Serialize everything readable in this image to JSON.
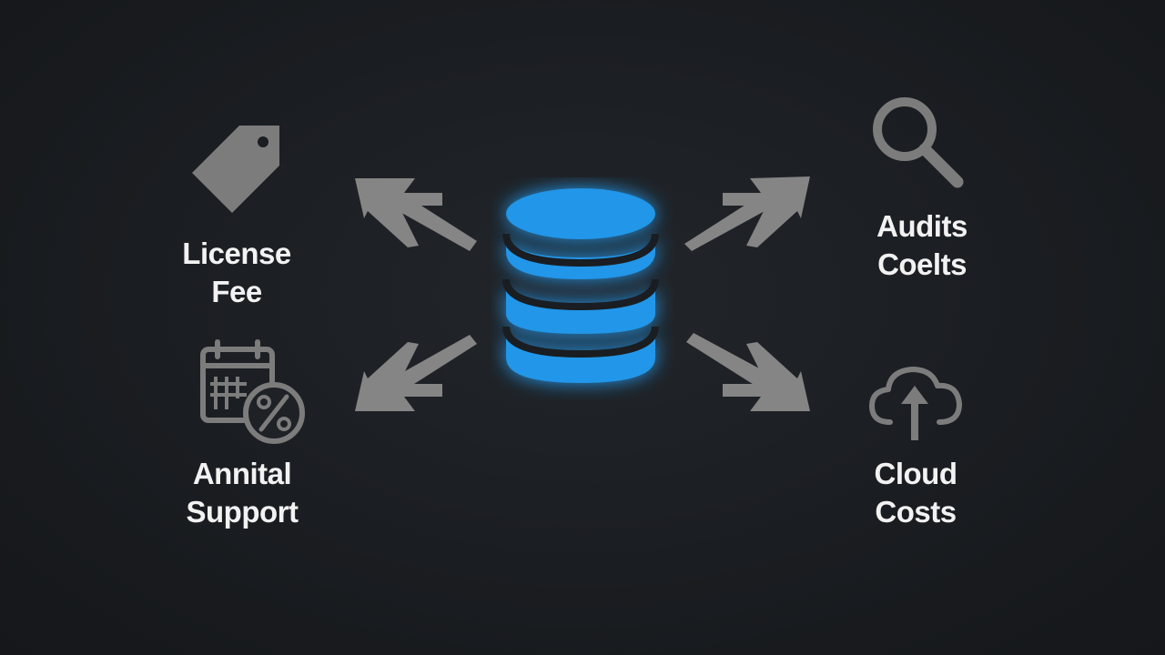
{
  "center": {
    "icon": "database-icon",
    "color": "#2196e8"
  },
  "nodes": [
    {
      "key": "license",
      "icon": "price-tag-icon",
      "line1": "License",
      "line2": "Fee"
    },
    {
      "key": "audits",
      "icon": "magnifier-icon",
      "line1": "Audits",
      "line2": "Coelts"
    },
    {
      "key": "support",
      "icon": "calendar-percent-icon",
      "line1": "Annital",
      "line2": "Support"
    },
    {
      "key": "cloud",
      "icon": "cloud-upload-icon",
      "line1": "Cloud",
      "line2": "Costs"
    }
  ],
  "colors": {
    "background": "#1a1d21",
    "icon_gray": "#7c7c7c",
    "label": "#f2f2f2"
  }
}
